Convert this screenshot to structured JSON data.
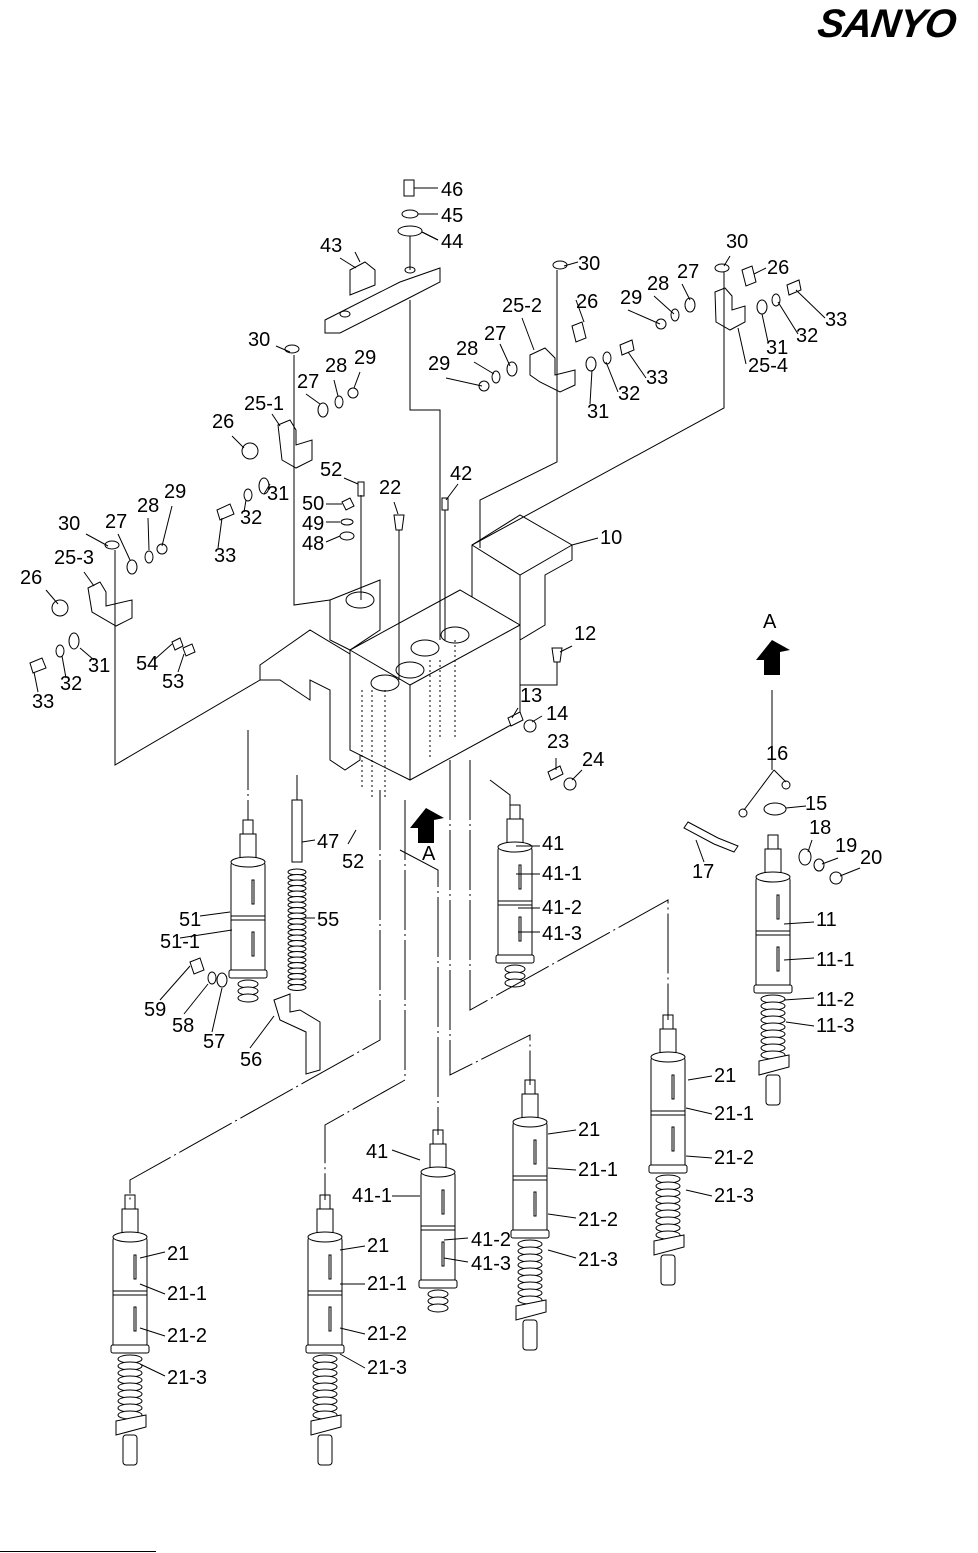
{
  "brand": {
    "logo_text": "SANYO"
  },
  "diagram": {
    "title": "",
    "view_marker": "A",
    "callouts": [
      {
        "id": "c46",
        "text": "46"
      },
      {
        "id": "c45",
        "text": "45"
      },
      {
        "id": "c44",
        "text": "44"
      },
      {
        "id": "c43",
        "text": "43"
      },
      {
        "id": "c30a",
        "text": "30"
      },
      {
        "id": "c26a",
        "text": "26"
      },
      {
        "id": "c252",
        "text": "25-2"
      },
      {
        "id": "c27a",
        "text": "27"
      },
      {
        "id": "c28a",
        "text": "28"
      },
      {
        "id": "c29a",
        "text": "29"
      },
      {
        "id": "c31a",
        "text": "31"
      },
      {
        "id": "c32a",
        "text": "32"
      },
      {
        "id": "c33a",
        "text": "33"
      },
      {
        "id": "c30b",
        "text": "30"
      },
      {
        "id": "c26b",
        "text": "26"
      },
      {
        "id": "c27b",
        "text": "27"
      },
      {
        "id": "c28b",
        "text": "28"
      },
      {
        "id": "c29b",
        "text": "29"
      },
      {
        "id": "c31b",
        "text": "31"
      },
      {
        "id": "c32b",
        "text": "32"
      },
      {
        "id": "c33b",
        "text": "33"
      },
      {
        "id": "c254",
        "text": "25-4"
      },
      {
        "id": "c30c",
        "text": "30"
      },
      {
        "id": "c27c",
        "text": "27"
      },
      {
        "id": "c28c",
        "text": "28"
      },
      {
        "id": "c29c",
        "text": "29"
      },
      {
        "id": "c251",
        "text": "25-1"
      },
      {
        "id": "c26c",
        "text": "26"
      },
      {
        "id": "c31c",
        "text": "31"
      },
      {
        "id": "c32c",
        "text": "32"
      },
      {
        "id": "c33c",
        "text": "33"
      },
      {
        "id": "c30d",
        "text": "30"
      },
      {
        "id": "c27d",
        "text": "27"
      },
      {
        "id": "c28d",
        "text": "28"
      },
      {
        "id": "c29d",
        "text": "29"
      },
      {
        "id": "c253",
        "text": "25-3"
      },
      {
        "id": "c26d",
        "text": "26"
      },
      {
        "id": "c31d",
        "text": "31"
      },
      {
        "id": "c32d",
        "text": "32"
      },
      {
        "id": "c33d",
        "text": "33"
      },
      {
        "id": "c52a",
        "text": "52"
      },
      {
        "id": "c50",
        "text": "50"
      },
      {
        "id": "c49",
        "text": "49"
      },
      {
        "id": "c48",
        "text": "48"
      },
      {
        "id": "c22",
        "text": "22"
      },
      {
        "id": "c42",
        "text": "42"
      },
      {
        "id": "c10",
        "text": "10"
      },
      {
        "id": "c54",
        "text": "54"
      },
      {
        "id": "c53",
        "text": "53"
      },
      {
        "id": "c12",
        "text": "12"
      },
      {
        "id": "c13",
        "text": "13"
      },
      {
        "id": "c14",
        "text": "14"
      },
      {
        "id": "c23",
        "text": "23"
      },
      {
        "id": "c24",
        "text": "24"
      },
      {
        "id": "cA1",
        "text": "A"
      },
      {
        "id": "cA2",
        "text": "A"
      },
      {
        "id": "c16",
        "text": "16"
      },
      {
        "id": "c15",
        "text": "15"
      },
      {
        "id": "c17",
        "text": "17"
      },
      {
        "id": "c18",
        "text": "18"
      },
      {
        "id": "c19",
        "text": "19"
      },
      {
        "id": "c20",
        "text": "20"
      },
      {
        "id": "c11",
        "text": "11"
      },
      {
        "id": "c111",
        "text": "11-1"
      },
      {
        "id": "c112",
        "text": "11-2"
      },
      {
        "id": "c113",
        "text": "11-3"
      },
      {
        "id": "c47",
        "text": "47"
      },
      {
        "id": "c52b",
        "text": "52"
      },
      {
        "id": "c51",
        "text": "51"
      },
      {
        "id": "c511",
        "text": "51-1"
      },
      {
        "id": "c55",
        "text": "55"
      },
      {
        "id": "c59",
        "text": "59"
      },
      {
        "id": "c58",
        "text": "58"
      },
      {
        "id": "c57",
        "text": "57"
      },
      {
        "id": "c56",
        "text": "56"
      },
      {
        "id": "c41a",
        "text": "41"
      },
      {
        "id": "c411a",
        "text": "41-1"
      },
      {
        "id": "c412a",
        "text": "41-2"
      },
      {
        "id": "c413a",
        "text": "41-3"
      },
      {
        "id": "c41b",
        "text": "41"
      },
      {
        "id": "c411b",
        "text": "41-1"
      },
      {
        "id": "c412b",
        "text": "41-2"
      },
      {
        "id": "c413b",
        "text": "41-3"
      },
      {
        "id": "c21a",
        "text": "21"
      },
      {
        "id": "c211a",
        "text": "21-1"
      },
      {
        "id": "c212a",
        "text": "21-2"
      },
      {
        "id": "c213a",
        "text": "21-3"
      },
      {
        "id": "c21b",
        "text": "21"
      },
      {
        "id": "c211b",
        "text": "21-1"
      },
      {
        "id": "c212b",
        "text": "21-2"
      },
      {
        "id": "c213b",
        "text": "21-3"
      },
      {
        "id": "c21c",
        "text": "21"
      },
      {
        "id": "c211c",
        "text": "21-1"
      },
      {
        "id": "c212c",
        "text": "21-2"
      },
      {
        "id": "c213c",
        "text": "21-3"
      },
      {
        "id": "c21d",
        "text": "21"
      },
      {
        "id": "c211d",
        "text": "21-1"
      },
      {
        "id": "c212d",
        "text": "21-2"
      },
      {
        "id": "c213d",
        "text": "21-3"
      }
    ]
  }
}
